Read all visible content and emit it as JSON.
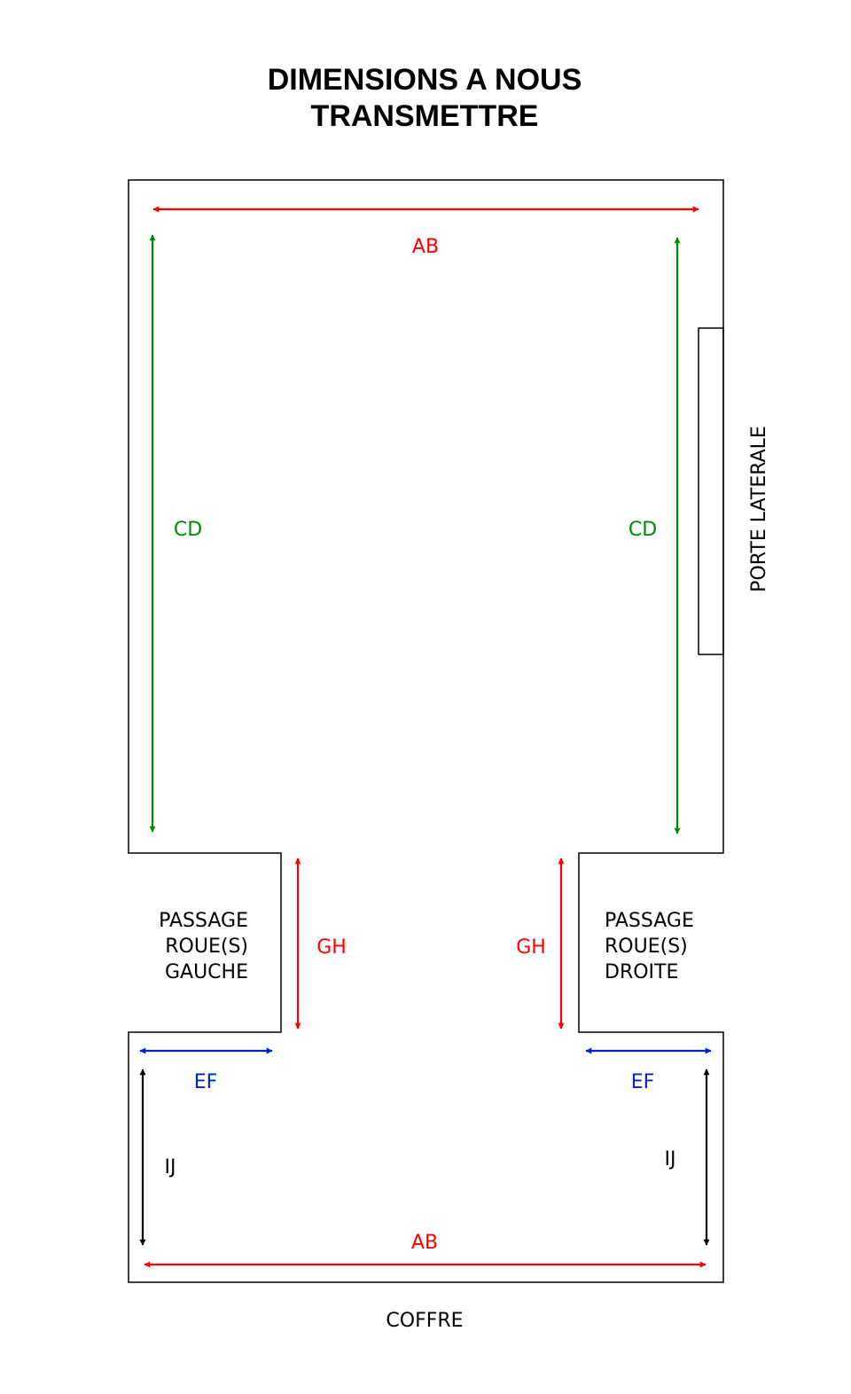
{
  "title": {
    "line1": "DIMENSIONS A NOUS",
    "line2": "TRANSMETTRE"
  },
  "colors": {
    "ab": "#ff0000",
    "cd": "#008a00",
    "gh": "#ff0000",
    "ef": "#0022cc",
    "ij": "#000000",
    "outline": "#000000"
  },
  "dimensions": {
    "ab_top": "AB",
    "ab_bottom": "AB",
    "cd_left": "CD",
    "cd_right": "CD",
    "gh_left": "GH",
    "gh_right": "GH",
    "ef_left": "EF",
    "ef_right": "EF",
    "ij_left": "IJ",
    "ij_right": "IJ"
  },
  "labels": {
    "door": "PORTE LATERALE",
    "trunk": "COFFRE",
    "wheel_left": [
      "PASSAGE",
      "ROUE(S)",
      "GAUCHE"
    ],
    "wheel_right": [
      "PASSAGE",
      "ROUE(S)",
      "DROITE"
    ]
  }
}
